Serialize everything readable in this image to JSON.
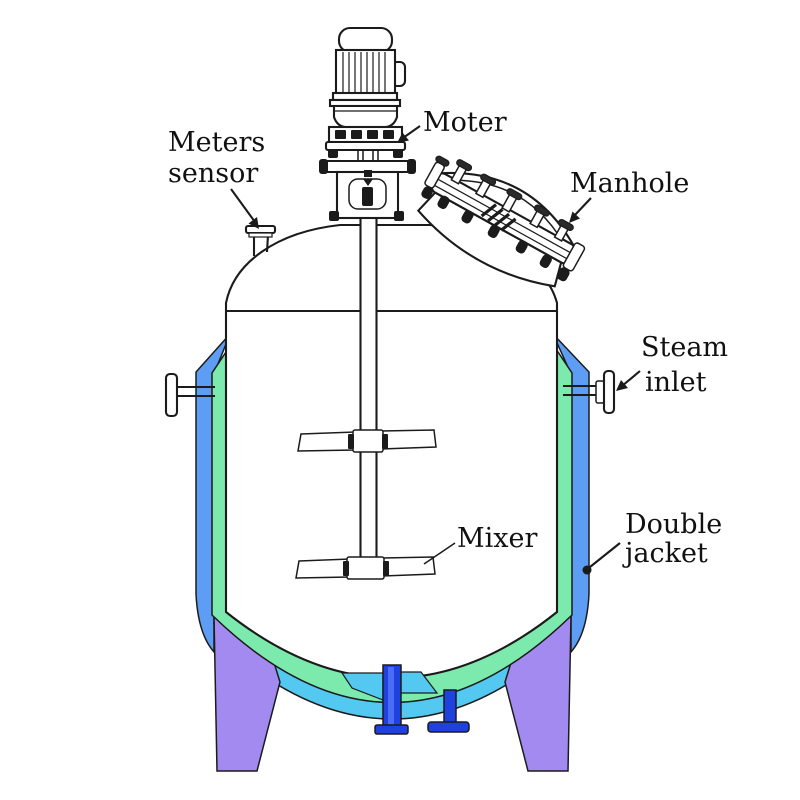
{
  "figure": {
    "labels": {
      "meters_sensor": {
        "line1": "Meters",
        "line2": "sensor"
      },
      "motor": {
        "text": "Moter"
      },
      "manhole": {
        "text": "Manhole"
      },
      "steam_inlet": {
        "line1": "Steam",
        "line2": "inlet"
      },
      "mixer": {
        "text": "Mixer"
      },
      "double_jacket": {
        "line1": "Double",
        "line2": "jacket"
      }
    },
    "colors": {
      "outline": "#1b1b1b",
      "jacket_blue": "#5d9df3",
      "jacket_green": "#7ce9ad",
      "bottom_cyan": "#53c9f2",
      "legs_purple": "#a38af0",
      "outlet_blue": "#1e41e0",
      "label_text": "#111111"
    }
  }
}
